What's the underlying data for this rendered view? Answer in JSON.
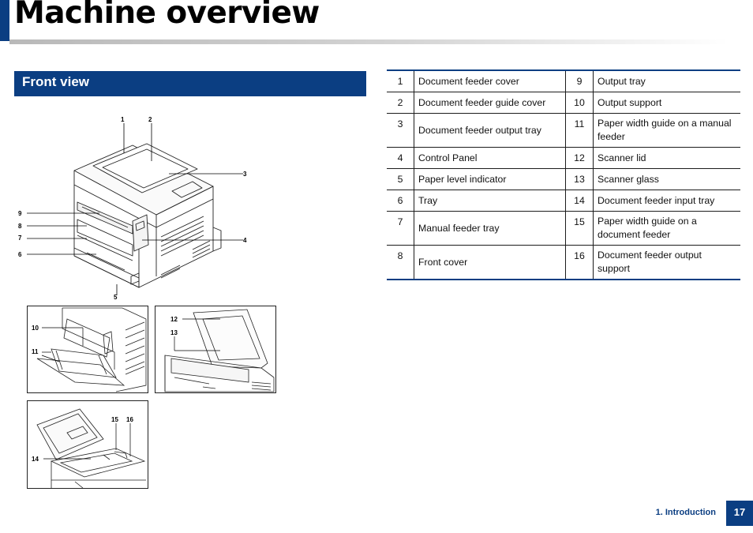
{
  "page": {
    "title": "Machine overview",
    "section_title": "Front view",
    "footer_label": "1. Introduction",
    "page_number": "17"
  },
  "colors": {
    "accent": "#0b3e82",
    "rule": "#c8c8c8"
  },
  "callouts": [
    "1",
    "2",
    "3",
    "4",
    "5",
    "6",
    "7",
    "8",
    "9",
    "10",
    "11",
    "12",
    "13",
    "14",
    "15",
    "16"
  ],
  "parts": [
    {
      "left_num": "1",
      "left_name": "Document feeder cover",
      "right_num": "9",
      "right_name": "Output tray"
    },
    {
      "left_num": "2",
      "left_name": "Document feeder guide cover",
      "right_num": "10",
      "right_name": "Output support"
    },
    {
      "left_num": "3",
      "left_name": "Document feeder output tray",
      "right_num": "11",
      "right_name": "Paper width guide on a manual feeder"
    },
    {
      "left_num": "4",
      "left_name": "Control Panel",
      "right_num": "12",
      "right_name": "Scanner lid"
    },
    {
      "left_num": "5",
      "left_name": "Paper level indicator",
      "right_num": "13",
      "right_name": "Scanner glass"
    },
    {
      "left_num": "6",
      "left_name": "Tray",
      "right_num": "14",
      "right_name": "Document feeder input tray"
    },
    {
      "left_num": "7",
      "left_name": "Manual feeder tray",
      "right_num": "15",
      "right_name": "Paper width guide on a document feeder"
    },
    {
      "left_num": "8",
      "left_name": "Front cover",
      "right_num": "16",
      "right_name": "Document feeder output support"
    }
  ]
}
